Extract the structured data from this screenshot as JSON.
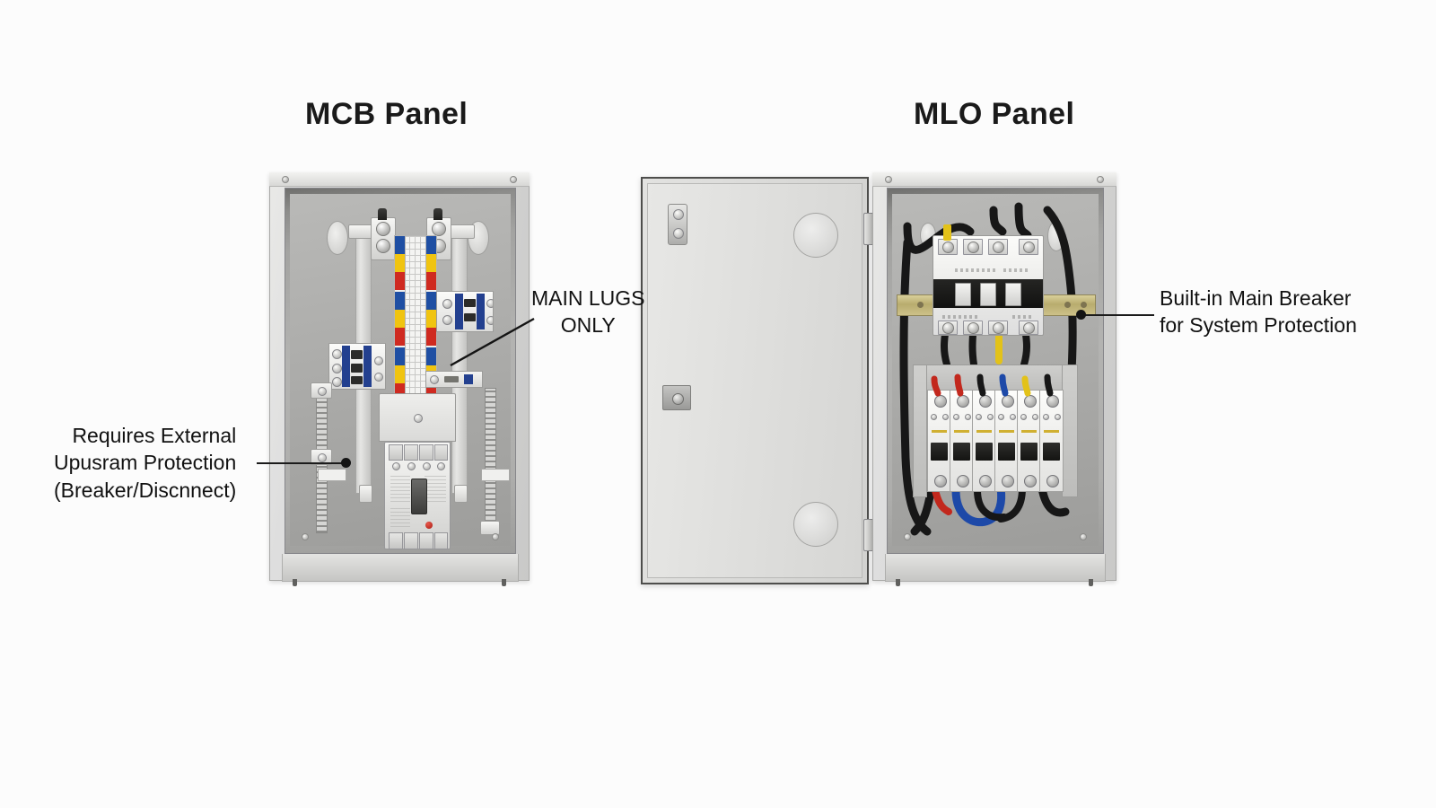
{
  "figure": {
    "background_color": "#fcfcfc",
    "text_color": "#111111"
  },
  "panels": [
    {
      "id": "mcb",
      "title": "MCB Panel",
      "callout": {
        "lines": [
          "Requires External",
          "Upusram Protection",
          "(Breaker/Discnnect)"
        ],
        "position": "left",
        "leader": "line-with-dot"
      }
    },
    {
      "id": "mlo",
      "title": "MLO Panel",
      "callout": {
        "lines": [
          "Built-in Main Breaker",
          "for System Protection"
        ],
        "position": "right",
        "leader": "line-with-dot"
      }
    }
  ],
  "callouts": {
    "left": {
      "line1": "Requires External",
      "line2": "Upusram Protection",
      "line3": "(Breaker/Discnnect)"
    },
    "middle": {
      "line1": "MAIN LUGS",
      "line2": "ONLY"
    },
    "right": {
      "line1": "Built-in Main Breaker",
      "line2": "for System Protection"
    }
  },
  "colors": {
    "phase_blue": "#1f4fa3",
    "phase_yellow": "#f0c410",
    "phase_red": "#cf2a20",
    "enclosure_grey": "#d4d4d3",
    "cavity_grey": "#aeaeac",
    "din_rail_brass": "#b8ac6e",
    "breaker_white": "#f0f0ee",
    "wire_black": "#171717",
    "wire_red": "#c2281d",
    "wire_blue": "#1d49a8",
    "wire_yellow": "#e3c219"
  },
  "mcb_panel": {
    "components": {
      "main_lugs_count": 2,
      "busbar_strips": 2,
      "phase_sequence": [
        "blue",
        "yellow",
        "red"
      ],
      "din_mounted_mcbs": 3,
      "mccb_main": 1,
      "earth_bars": 2
    }
  },
  "mlo_panel": {
    "components": {
      "door_state": "open",
      "door_hinges": 2,
      "door_latches": 1,
      "door_lock": 1,
      "knockout_rings": 2,
      "main_breaker_poles": 4,
      "branch_breakers": 6,
      "din_rails": 1,
      "top_wire_colors": [
        "black",
        "yellow",
        "black",
        "black"
      ],
      "branch_top_wire_colors": [
        "red",
        "red",
        "black",
        "blue",
        "yellow",
        "black"
      ],
      "branch_bottom_wire_colors": [
        "red",
        "blue",
        "black",
        "blue",
        "black",
        "black"
      ]
    }
  }
}
